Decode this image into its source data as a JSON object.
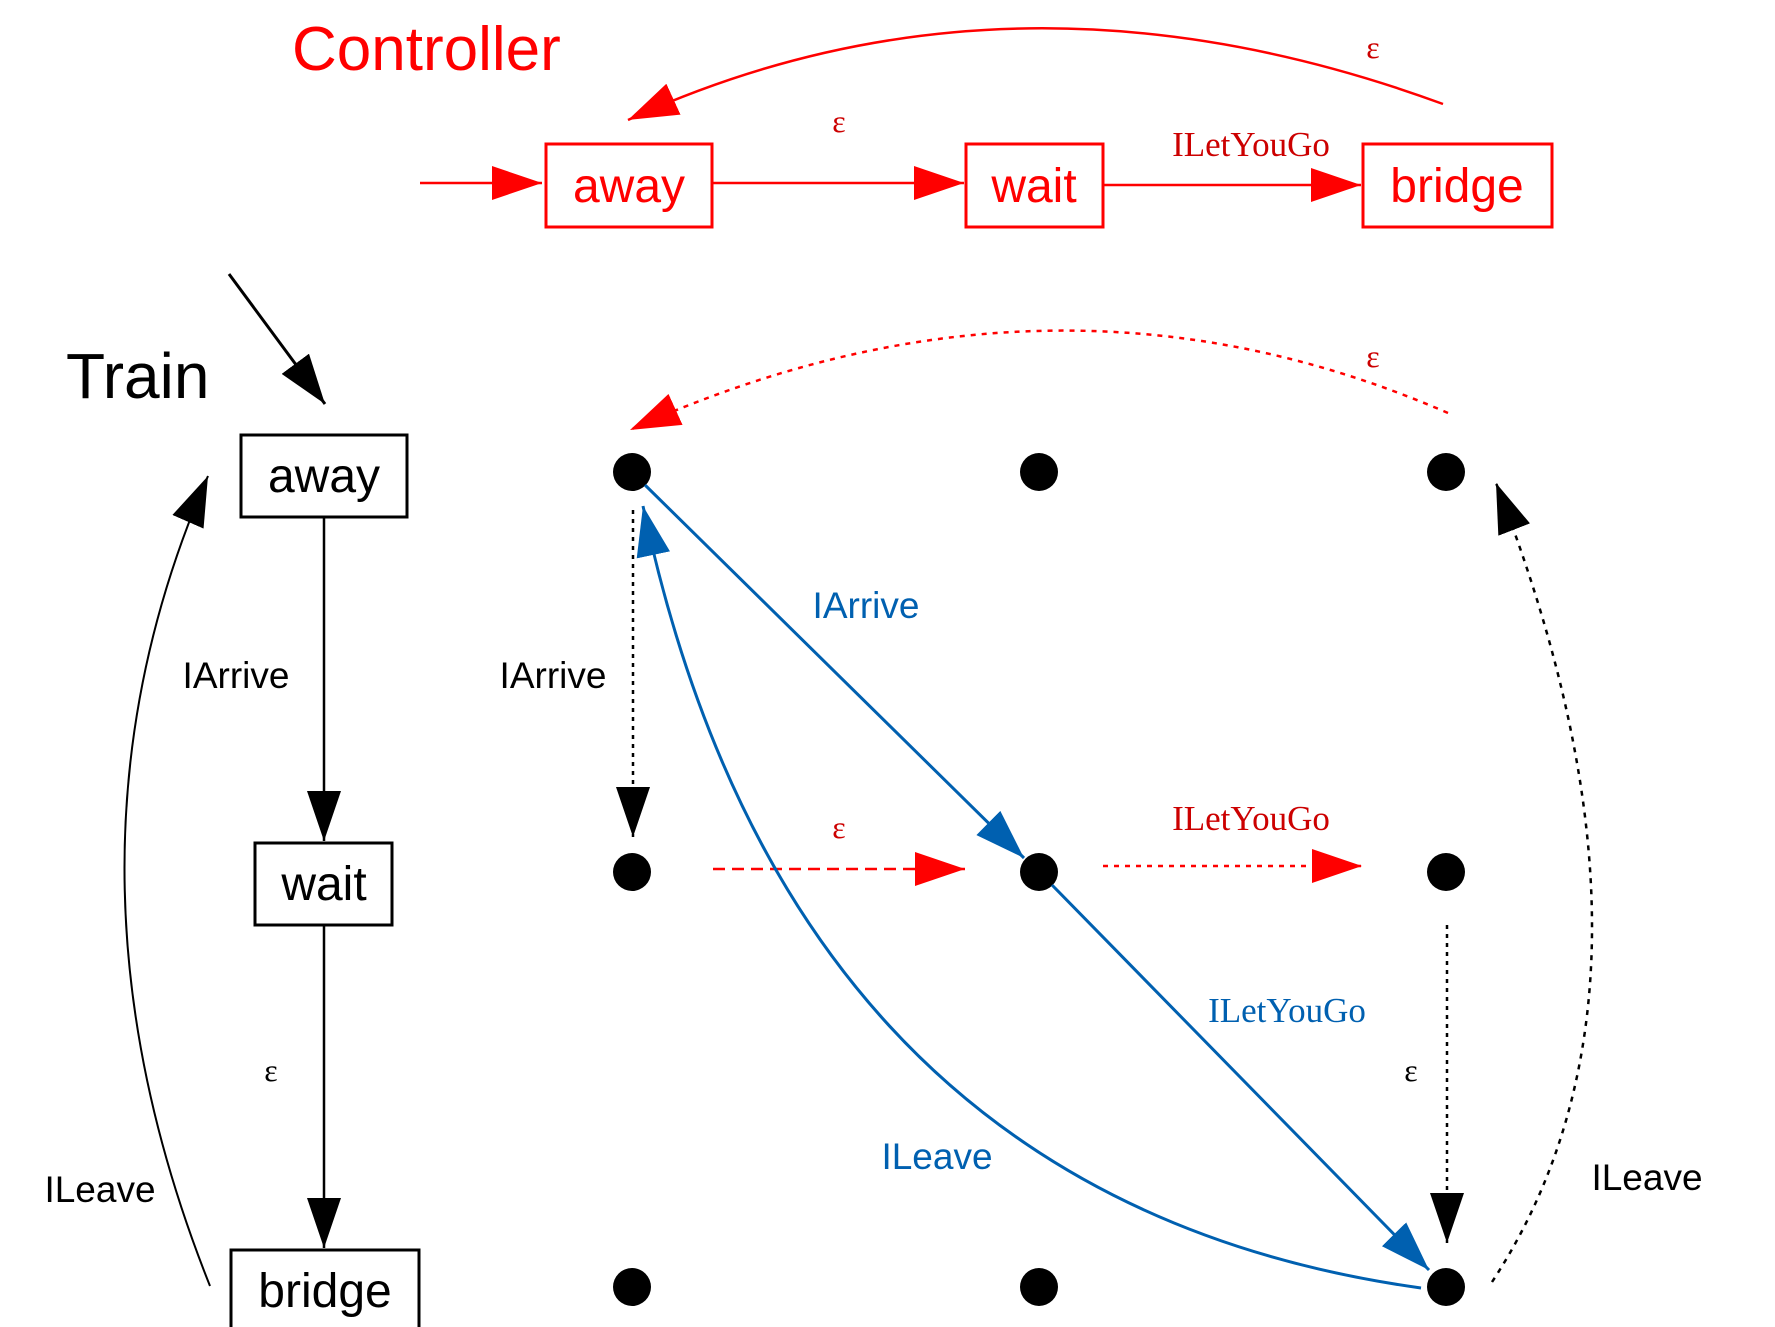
{
  "controller": {
    "title": "Controller",
    "states": [
      "away",
      "wait",
      "bridge"
    ],
    "edges": {
      "away_to_wait": "ε",
      "wait_to_bridge": "ILetYouGo",
      "bridge_to_away": "ε"
    }
  },
  "train": {
    "title": "Train",
    "states": [
      "away",
      "wait",
      "bridge"
    ],
    "edges": {
      "away_to_wait": "IArrive",
      "wait_to_bridge": "ε",
      "bridge_to_away": "ILeave"
    }
  },
  "product": {
    "blue_labels": {
      "arrive": "IArrive",
      "letyougo": "ILetYouGo",
      "leave": "ILeave"
    },
    "red_labels": {
      "top_epsilon": "ε",
      "mid_epsilon": "ε",
      "mid_letyougo": "ILetYouGo"
    },
    "black_labels": {
      "left_arrive": "IArrive",
      "right_epsilon": "ε",
      "right_leave": "ILeave"
    }
  },
  "colors": {
    "controller": "#ff0000",
    "controller_label": "#cc0000",
    "train": "#000000",
    "synchronized": "#0060b0"
  }
}
